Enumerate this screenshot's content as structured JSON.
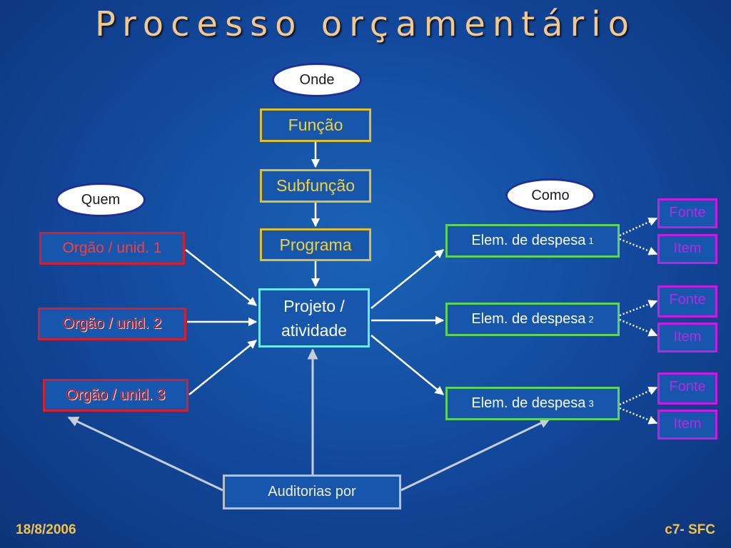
{
  "title": "Processo orçamentário",
  "ovals": {
    "onde": "Onde",
    "quem": "Quem",
    "como": "Como"
  },
  "chain": {
    "funcao": "Função",
    "subfuncao": "Subfunção",
    "programa": "Programa"
  },
  "projeto": {
    "line1": "Projeto /",
    "line2": "atividade"
  },
  "orgaos": [
    "Orgão / unid. 1",
    "Orgão / unid. 2",
    "Orgão / unid. 3"
  ],
  "elementos": [
    {
      "label": "Elem. de despesa",
      "index": "1"
    },
    {
      "label": "Elem. de despesa",
      "index": "2"
    },
    {
      "label": "Elem. de despesa",
      "index": "3"
    }
  ],
  "fonte_label": "Fonte",
  "item_label": "Item",
  "auditorias": "Auditorias por",
  "footer": {
    "date": "18/8/2006",
    "slide": "c7- SFC"
  }
}
